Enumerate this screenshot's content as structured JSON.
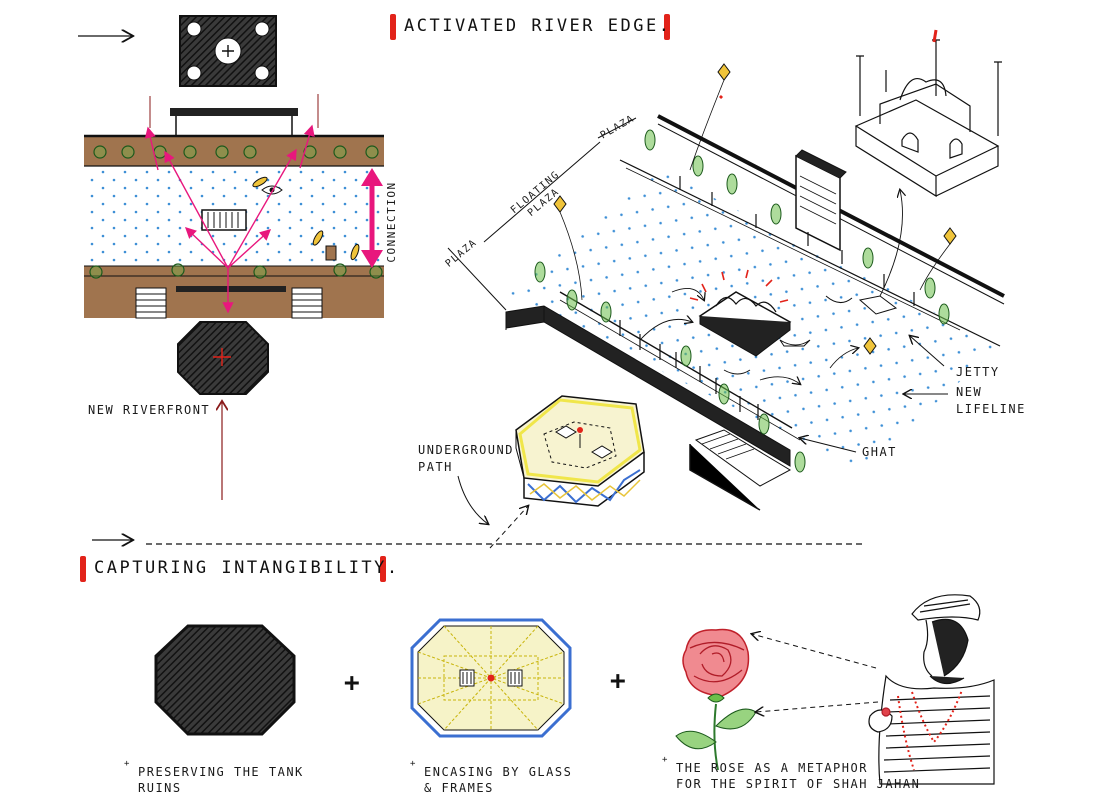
{
  "headings": {
    "activated": "ACTIVATED RIVER EDGE.",
    "capturing": "CAPTURING INTANGIBILITY."
  },
  "labels": {
    "connection": "CONNECTION",
    "new_riverfront": "NEW RIVERFRONT",
    "plaza_top": "PLAZA",
    "floating_plaza": "FLOATING\nPLAZA",
    "plaza_left": "PLAZA",
    "jetty": "JETTY",
    "new_lifeline": "NEW\nLIFELINE",
    "ghat": "GHAT",
    "underground_path": "UNDERGROUND\nPATH"
  },
  "captions": {
    "ruins": "PRESERVING THE TANK\nRUINS",
    "glass": "ENCASING BY GLASS\n& FRAMES",
    "rose": "THE ROSE AS A METAPHOR\nFOR THE SPIRIT OF SHAH JAHAN"
  },
  "symbols": {
    "plus": "+",
    "bullet": "+"
  },
  "colors": {
    "ink": "#1a1a1a",
    "accent_red": "#e2231a",
    "magenta": "#e8177d",
    "earth": "#a0744e",
    "water_dot": "#3d8fd6",
    "tree_green": "#6cc04a",
    "glass_yellow": "#f0e64a",
    "glass_blue": "#3b6fd1",
    "rose_red": "#e0414a",
    "dark_red": "#8a1a1a"
  }
}
